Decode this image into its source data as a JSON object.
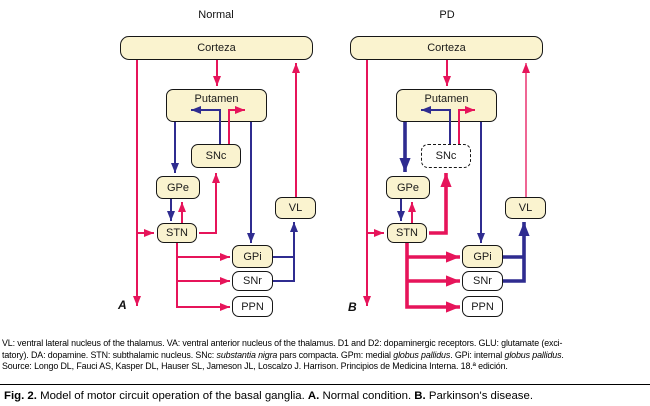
{
  "figure": {
    "colors": {
      "excitatory": "#e6145a",
      "inhibitory": "#2f2c90",
      "node_fill": "#faf3cf",
      "white_fill": "#ffffff"
    },
    "panels": [
      {
        "id": "normal",
        "title": "Normal",
        "corner_label": "A",
        "nodes": {
          "corteza": "Corteza",
          "putamen": "Putamen",
          "snc": "SNc",
          "gpe": "GPe",
          "stn": "STN",
          "gpi": "GPi",
          "snr": "SNr",
          "ppn": "PPN",
          "vl": "VL"
        }
      },
      {
        "id": "pd",
        "title": "PD",
        "corner_label": "B",
        "nodes": {
          "corteza": "Corteza",
          "putamen": "Putamen",
          "snc": "SNc",
          "gpe": "GPe",
          "stn": "STN",
          "gpi": "GPi",
          "snr": "SNr",
          "ppn": "PPN",
          "vl": "VL"
        }
      }
    ]
  },
  "legend": {
    "line1": "VL: ventral lateral nucleus of the thalamus. VA: ventral anterior nucleus of the thalamus. D1 and D2: dopaminergic receptors. GLU: glutamate (exci-",
    "line2_a": "tatory). DA: dopamine. STN: subthalamic nucleus. SNc: ",
    "line2_i1": "substantia nigra",
    "line2_b": " pars compacta. GPm: medial ",
    "line2_i2": "globus pallidus",
    "line2_c": ". GPi: internal ",
    "line2_i3": "globus pallidus",
    "line2_d": ".",
    "line3": "Source: Longo DL, Fauci AS, Kasper DL, Hauser SL, Jameson JL, Loscalzo J. Harrison. Principios de Medicina Interna. 18.ª edición."
  },
  "caption": {
    "label": "Fig. 2.",
    "text_a": " Model of motor circuit operation of the basal ganglia. ",
    "a_label": "A.",
    "text_b": " Normal condition. ",
    "b_label": "B.",
    "text_c": " Parkinson's disease."
  }
}
